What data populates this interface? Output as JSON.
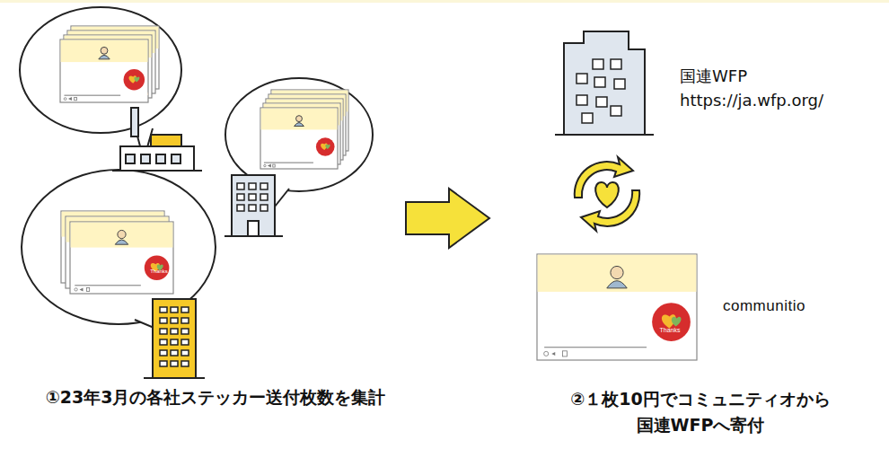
{
  "diagram": {
    "labels": [
      "国連WFP",
      "https://ja.wfp.org/",
      "communitio",
      "①23年3月の各社ステッカー送付枚数を集計",
      "②１枚10円でコミュニティオから 国連WFPへ寄付",
      "Thanks",
      "Thanks",
      "Thanks"
    ]
  }
}
